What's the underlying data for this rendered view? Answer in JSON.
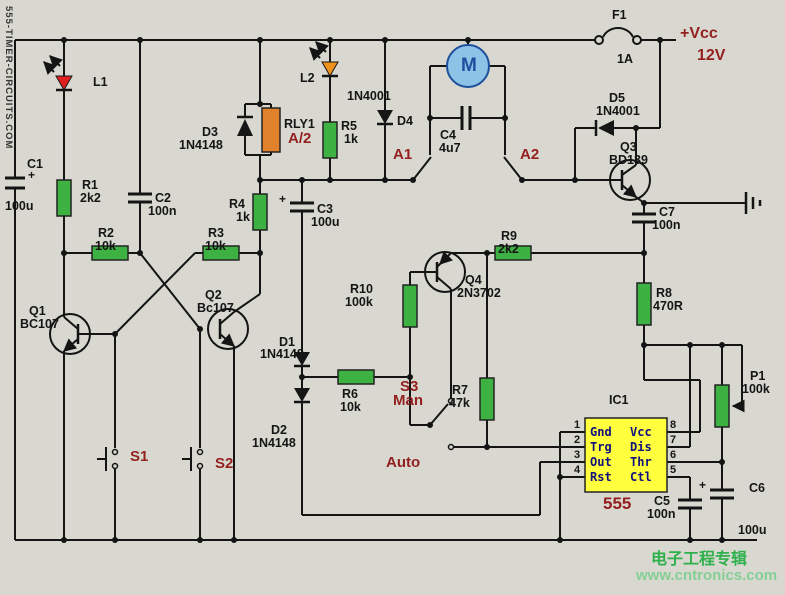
{
  "site": "555-TIMER-CIRCUITS.COM",
  "labels": {
    "plus": "+",
    "m": "M",
    "f1": "F1",
    "f1_val": "1A",
    "vcc": "+Vcc",
    "v12": "12V",
    "l1": "L1",
    "l2": "L2",
    "c1": "C1",
    "c1_val": "100u",
    "r1": "R1",
    "r1_val": "2k2",
    "c2": "C2",
    "c2_val": "100n",
    "r2": "R2",
    "r2_val": "10k",
    "r3": "R3",
    "r3_val": "10k",
    "q1": "Q1",
    "q1_val": "BC107",
    "q2": "Q2",
    "q2_val": "Bc107",
    "d3": "D3",
    "d3_val": "1N4148",
    "rly1": "RLY1",
    "rly1_val": "A/2",
    "r4": "R4",
    "r4_val": "1k",
    "c3": "C3",
    "c3_val": "100u",
    "r5": "R5",
    "r5_val": "1k",
    "d4": "D4",
    "d4_val": "1N4001",
    "c4": "C4",
    "c4_val": "4u7",
    "a1": "A1",
    "a2": "A2",
    "d5": "D5",
    "d5_val": "1N4001",
    "q3": "Q3",
    "q3_val": "BD139",
    "c7": "C7",
    "c7_val": "100n",
    "r9": "R9",
    "r9_val": "2k2",
    "q4": "Q4",
    "q4_val": "2N3702",
    "r10": "R10",
    "r10_val": "100k",
    "r8": "R8",
    "r8_val": "470R",
    "d1": "D1",
    "d1_val": "1N4148",
    "d2": "D2",
    "d2_val": "1N4148",
    "r6": "R6",
    "r6_val": "10k",
    "s3": "S3",
    "man": "Man",
    "auto": "Auto",
    "r7": "R7",
    "r7_val": "47k",
    "c5": "C5",
    "c5_val": "100n",
    "p1": "P1",
    "p1_val": "100k",
    "c6": "C6",
    "c6_val": "100u",
    "s1": "S1",
    "s2": "S2"
  },
  "ic1": {
    "name": "IC1",
    "part": "555",
    "pins_left": [
      {
        "n": "1",
        "l": "Gnd"
      },
      {
        "n": "2",
        "l": "Trg"
      },
      {
        "n": "3",
        "l": "Out"
      },
      {
        "n": "4",
        "l": "Rst"
      }
    ],
    "pins_right": [
      {
        "n": "8",
        "l": "Vcc"
      },
      {
        "n": "7",
        "l": "Dis"
      },
      {
        "n": "6",
        "l": "Thr"
      },
      {
        "n": "5",
        "l": "Ctl"
      }
    ]
  },
  "watermark": {
    "line1": "电子工程专辑",
    "line2": "www.cntronics.com"
  },
  "colors": {
    "background": "#d8d8d0",
    "wire": "#141414",
    "resistor": "#3db142",
    "relay": "#e0812b",
    "ic": "#ffff3d",
    "led_red": "#e02020",
    "led_amber": "#f0931e",
    "motor_fill": "#8cc3e6",
    "motor_stroke": "#1d4f9e",
    "dark_red": "#941f1f",
    "watermark_green": "#2eb14c",
    "pin_text": "#10107e"
  }
}
